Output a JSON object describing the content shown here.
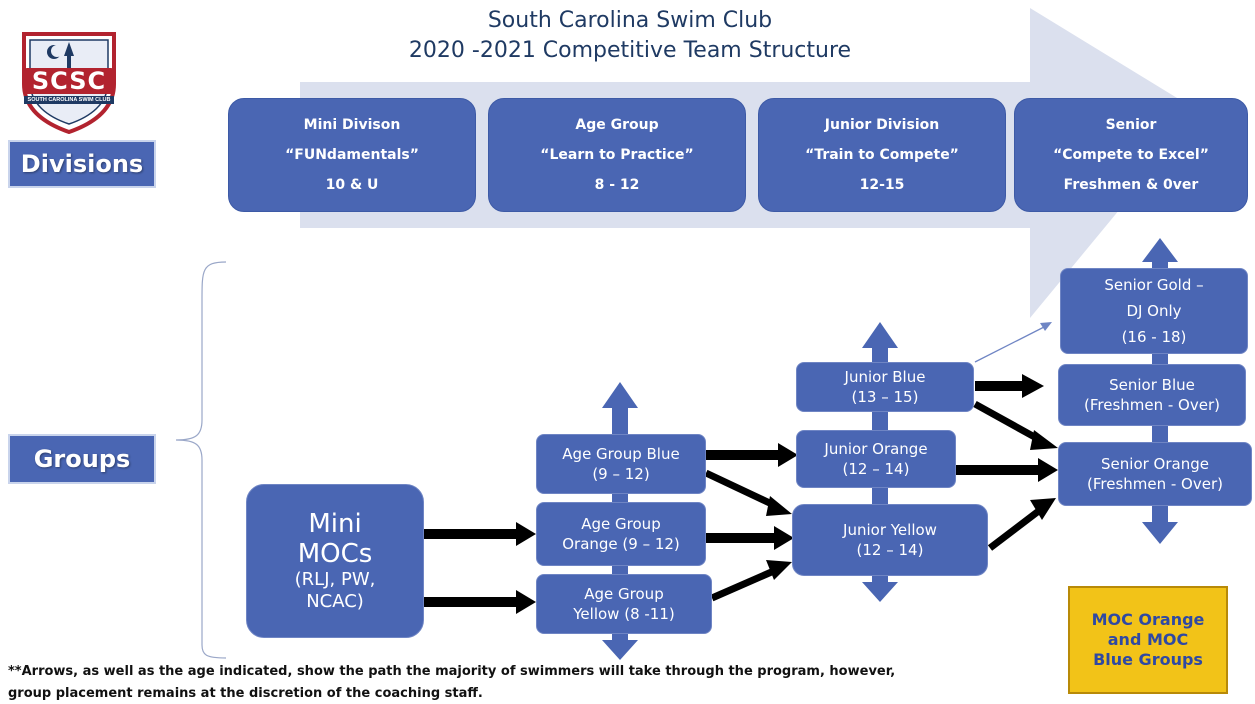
{
  "header": {
    "title_line1": "South Carolina Swim Club",
    "title_line2": "2020 -2021 Competitive Team Structure"
  },
  "logo": {
    "abbr": "SCSC",
    "name": "SOUTH CAROLINA SWIM CLUB"
  },
  "labels": {
    "divisions": "Divisions",
    "groups": "Groups"
  },
  "divisions": [
    {
      "name": "Mini Divison",
      "motto": "“FUNdamentals”",
      "ages": "10  & U"
    },
    {
      "name": "Age Group",
      "motto": "“Learn to Practice”",
      "ages": "8 - 12"
    },
    {
      "name": "Junior Division",
      "motto": "“Train to Compete”",
      "ages": "12-15"
    },
    {
      "name": "Senior",
      "motto": "“Compete to Excel”",
      "ages": "Freshmen & 0ver"
    }
  ],
  "groups": {
    "mini": {
      "line1": "Mini",
      "line2": "MOCs",
      "line3": "(RLJ, PW,",
      "line4": "NCAC)"
    },
    "age_blue": {
      "line1": "Age Group Blue",
      "line2": "(9 – 12)"
    },
    "age_orange": {
      "line1": "Age Group",
      "line2": "Orange (9 – 12)"
    },
    "age_yellow": {
      "line1": "Age Group",
      "line2": "Yellow (8 -11)"
    },
    "junior_blue": {
      "line1": "Junior Blue",
      "line2": "(13 – 15)"
    },
    "junior_orange": {
      "line1": "Junior Orange",
      "line2": "(12 – 14)"
    },
    "junior_yellow": {
      "line1": "Junior Yellow",
      "line2": "(12 – 14)"
    },
    "senior_gold": {
      "line1": "Senior Gold –",
      "line2": "DJ Only",
      "line3": "(16 - 18)"
    },
    "senior_blue": {
      "line1": "Senior Blue",
      "line2": "(Freshmen - Over)"
    },
    "senior_orange": {
      "line1": "Senior Orange",
      "line2": "(Freshmen - Over)"
    }
  },
  "moc_box": {
    "line1": "MOC Orange",
    "line2": "and MOC",
    "line3": "Blue Groups"
  },
  "footnote": {
    "line1": "**Arrows, as well as the age indicated, show the path the majority of swimmers will take through the program, however,",
    "line2": "group placement remains at the discretion of the coaching staff."
  },
  "colors": {
    "box_blue": "#4a66b3",
    "big_arrow": "#dbe0ee",
    "moc_gold": "#f2c318",
    "title_navy": "#1f3a63",
    "logo_red": "#b2232f"
  }
}
